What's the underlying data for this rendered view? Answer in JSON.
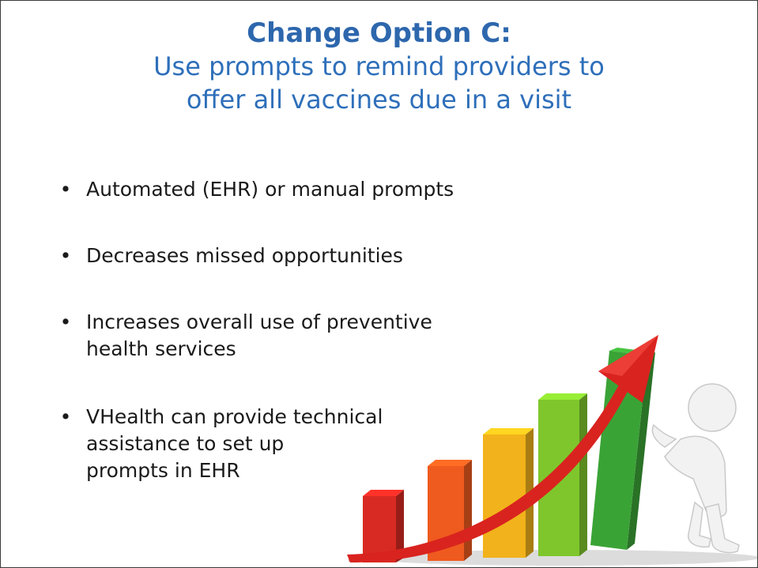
{
  "slide": {
    "title": "Change Option C:",
    "subtitle_line1": "Use prompts to remind providers to",
    "subtitle_line2": "offer all vaccines due in a visit",
    "bullet_symbol": "•",
    "bullets": [
      {
        "lines": [
          "Automated (EHR) or manual prompts"
        ]
      },
      {
        "lines": [
          "Decreases missed opportunities"
        ]
      },
      {
        "lines": [
          "Increases overall use of preventive",
          "health services"
        ]
      },
      {
        "lines": [
          "VHealth can provide technical",
          "assistance to set up",
          "prompts in EHR"
        ]
      }
    ]
  },
  "illustration": {
    "bar_colors": [
      "#d82a22",
      "#ef5a1e",
      "#f2b21b",
      "#7fc62c",
      "#3aa336"
    ],
    "arrow_color": "#d9231f",
    "figure_color": "#f2f2f2"
  }
}
